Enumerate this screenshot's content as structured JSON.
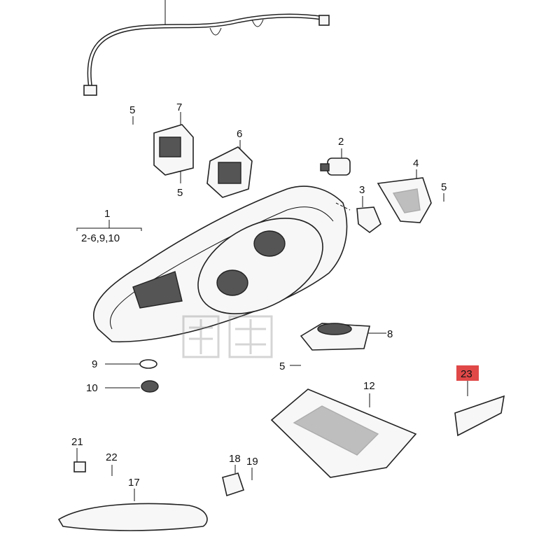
{
  "diagram": {
    "callouts": {
      "c1": "1",
      "c1_sub": "2-6,9,10",
      "c2": "2",
      "c3": "3",
      "c4": "4",
      "c5a": "5",
      "c5b": "5",
      "c5c": "5",
      "c5d": "5",
      "c6": "6",
      "c7": "7",
      "c8": "8",
      "c9": "9",
      "c10": "10",
      "c12": "12",
      "c17": "17",
      "c18": "18",
      "c19": "19",
      "c21": "21",
      "c22": "22",
      "c23": "23"
    },
    "highlight_color": "#e04848"
  }
}
